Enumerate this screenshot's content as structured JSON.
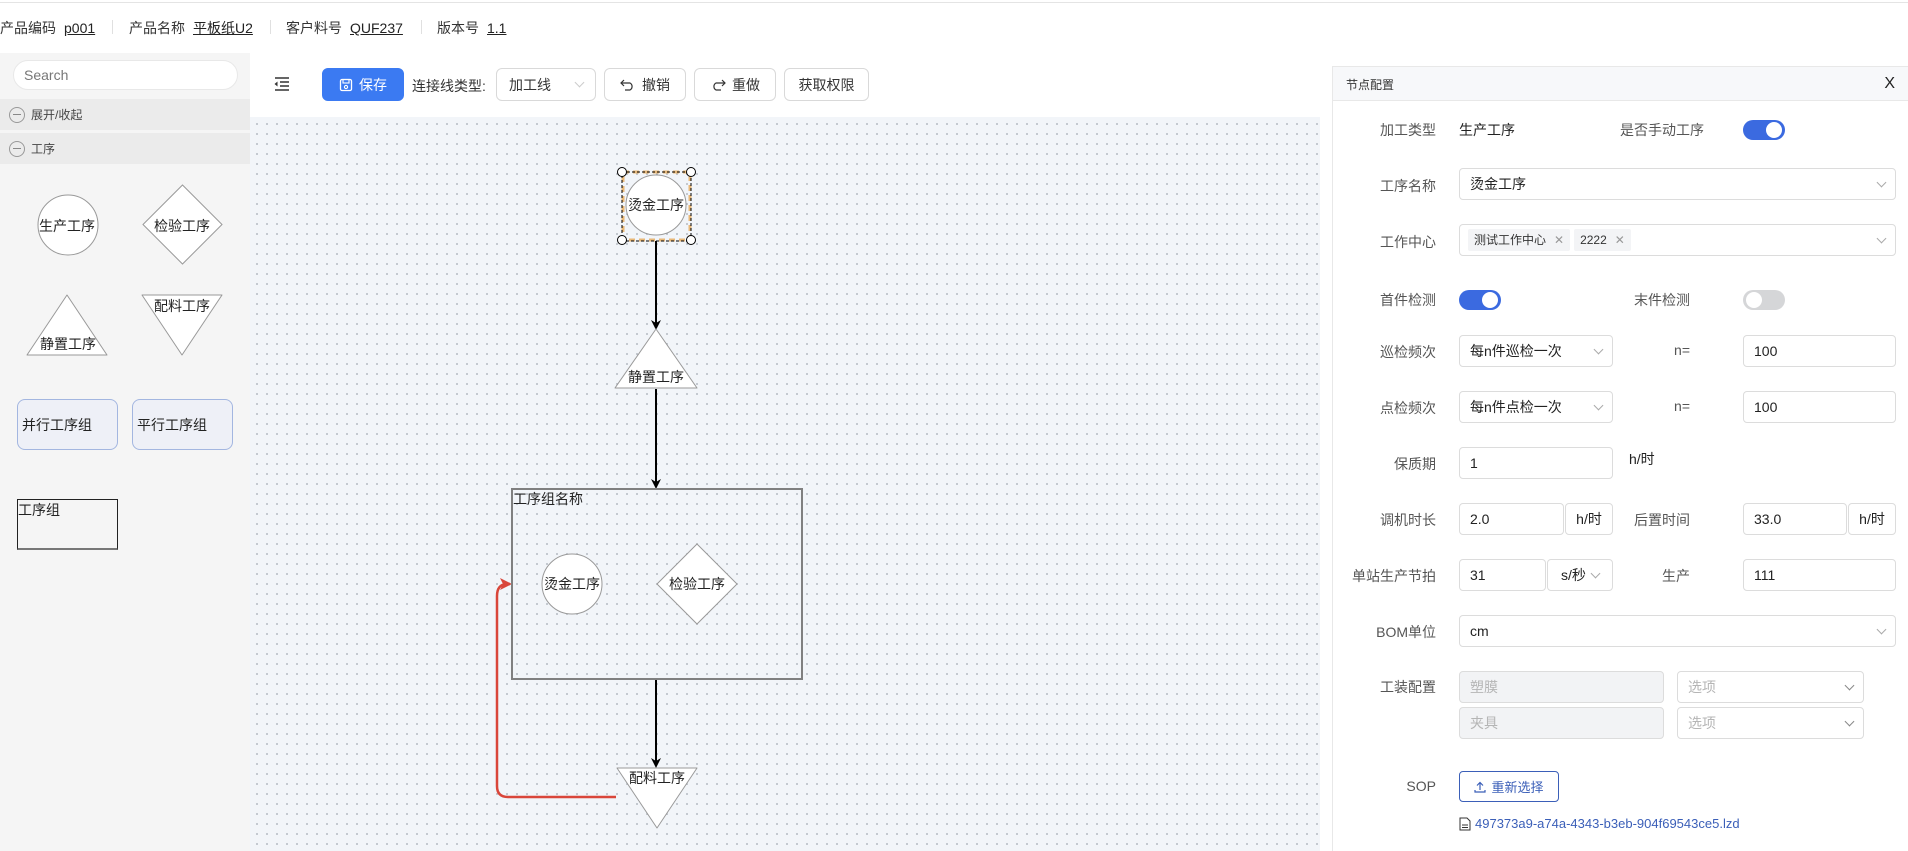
{
  "header": {
    "fields": [
      {
        "label": "产品编码",
        "value": "p001"
      },
      {
        "label": "产品名称",
        "value": "平板纸U2"
      },
      {
        "label": "客户料号",
        "value": "QUF237"
      },
      {
        "label": "版本号",
        "value": "1.1"
      }
    ]
  },
  "sidebar": {
    "search_placeholder": "Search",
    "sections": [
      {
        "label": "展开/收起"
      },
      {
        "label": "工序"
      }
    ],
    "stencils": {
      "production": "生产工序",
      "inspection": "检验工序",
      "standing": "静置工序",
      "batching": "配料工序",
      "parallel_group": "并行工序组",
      "flat_group": "平行工序组",
      "group": "工序组"
    }
  },
  "toolbar": {
    "outdent_icon": "outdent-icon",
    "save_label": "保存",
    "connection_type_label": "连接线类型:",
    "connection_type_value": "加工线",
    "undo_label": "撤销",
    "redo_label": "重做",
    "permission_label": "获取权限"
  },
  "diagram": {
    "nodes": {
      "selected_node": "烫金工序",
      "standing_node": "静置工序",
      "group_title": "工序组名称",
      "group_node_1": "烫金工序",
      "group_node_2": "检验工序",
      "batching_node": "配料工序"
    },
    "colors": {
      "edge": "#000000",
      "loop_edge": "#d9463a",
      "selection": "#e8b878"
    }
  },
  "panel": {
    "title": "节点配置",
    "close_label": "X",
    "fields": {
      "process_type": {
        "label": "加工类型",
        "value": "生产工序"
      },
      "manual": {
        "label": "是否手动工序",
        "on": true
      },
      "process_name": {
        "label": "工序名称",
        "value": "烫金工序"
      },
      "work_center": {
        "label": "工作中心",
        "tags": [
          "测试工作中心",
          "2222"
        ]
      },
      "first_check": {
        "label": "首件检测",
        "on": true
      },
      "last_check": {
        "label": "末件检测",
        "on": false
      },
      "patrol_freq": {
        "label": "巡检频次",
        "value": "每n件巡检一次",
        "n_label": "n=",
        "n_value": "100"
      },
      "spot_freq": {
        "label": "点检频次",
        "value": "每n件点检一次",
        "n_label": "n=",
        "n_value": "100"
      },
      "shelf_life": {
        "label": "保质期",
        "value": "1",
        "unit": "h/时"
      },
      "setup_time": {
        "label": "调机时长",
        "value": "2.0",
        "unit": "h/时"
      },
      "post_time": {
        "label": "后置时间",
        "value": "33.0",
        "unit": "h/时"
      },
      "cycle_time": {
        "label": "单站生产节拍",
        "value": "31",
        "unit": "s/秒"
      },
      "production": {
        "label": "生产",
        "value": "111"
      },
      "bom_unit": {
        "label": "BOM单位",
        "value": "cm"
      },
      "tooling": {
        "label": "工装配置",
        "rows": [
          {
            "name": "塑膜",
            "option_placeholder": "选项"
          },
          {
            "name": "夹具",
            "option_placeholder": "选项"
          }
        ]
      },
      "sop": {
        "label": "SOP",
        "button_label": "重新选择",
        "file_name": "497373a9-a74a-4343-b3eb-904f69543ce5.lzd"
      }
    }
  }
}
